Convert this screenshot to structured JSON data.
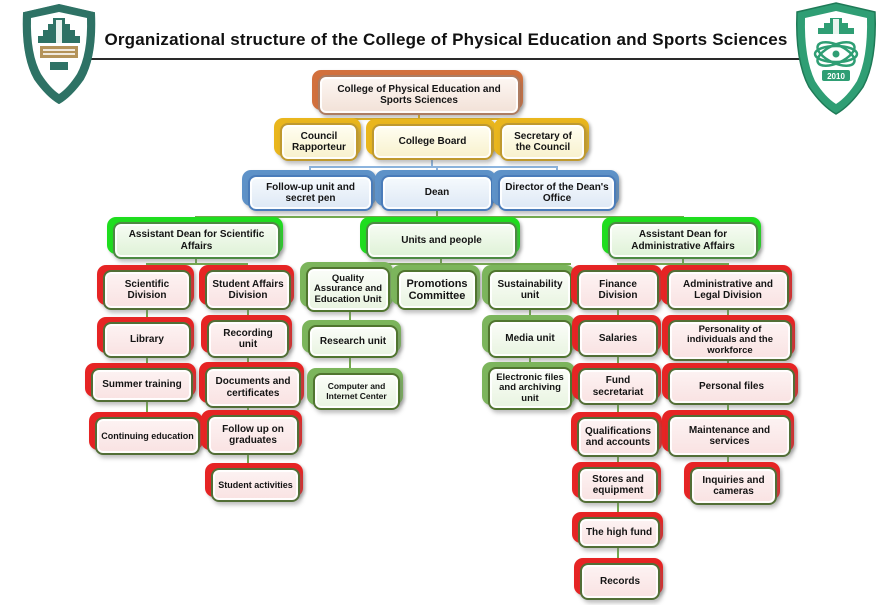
{
  "header": {
    "title": "Organizational structure of the College of Physical Education and Sports Sciences",
    "left_logo": "college-of-physical-education-shield-emblem",
    "right_logo": "al-mustaqbal-university-shield-emblem",
    "right_logo_year": "2010"
  },
  "palette": {
    "schemes": {
      "orange": {
        "slab": "#d2703d",
        "border": "#ad7c61",
        "fill1": "#fdf7f3",
        "fill2": "#f2e1d7"
      },
      "gold": {
        "slab": "#e9b61d",
        "border": "#bf992e",
        "fill1": "#fffef2",
        "fill2": "#f8f1cc"
      },
      "blue": {
        "slab": "#5e92c8",
        "border": "#4a7cba",
        "fill1": "#f6fafd",
        "fill2": "#dde8f5"
      },
      "greenBright": {
        "slab": "#1fdd1f",
        "border": "#4c8a42",
        "fill1": "#f7fcf4",
        "fill2": "#def2d6"
      },
      "green": {
        "slab": "#7cb55c",
        "border": "#50752f",
        "fill1": "#fbfdf9",
        "fill2": "#e8f4e0"
      },
      "red": {
        "slab": "#e62424",
        "border": "#526e36",
        "fill1": "#fdf3f3",
        "fill2": "#f9e2e2"
      }
    },
    "connectors": {
      "gold": "#e8b71e",
      "blue": "#8cb4de",
      "green": "#74ab4e"
    }
  },
  "org": {
    "nodes": [
      {
        "id": "root",
        "label": "College of Physical Education and Sports Sciences",
        "scheme": "orange",
        "parent": null
      },
      {
        "id": "councilRapporteur",
        "label": "Council Rapporteur",
        "scheme": "gold",
        "parent": "root"
      },
      {
        "id": "collegeBoard",
        "label": "College Board",
        "scheme": "gold",
        "parent": "root"
      },
      {
        "id": "secretaryCouncil",
        "label": "Secretary of the Council",
        "scheme": "gold",
        "parent": "root"
      },
      {
        "id": "followupUnit",
        "label": "Follow-up unit and secret pen",
        "scheme": "blue",
        "parent": "collegeBoard"
      },
      {
        "id": "dean",
        "label": "Dean",
        "scheme": "blue",
        "parent": "collegeBoard"
      },
      {
        "id": "directorOffice",
        "label": "Director of the Dean's Office",
        "scheme": "blue",
        "parent": "collegeBoard"
      },
      {
        "id": "asstScientific",
        "label": "Assistant Dean for Scientific Affairs",
        "scheme": "greenBright",
        "parent": "dean"
      },
      {
        "id": "unitsPeople",
        "label": "Units and people",
        "scheme": "greenBright",
        "parent": "dean"
      },
      {
        "id": "asstAdmin",
        "label": "Assistant Dean for Administrative Affairs",
        "scheme": "greenBright",
        "parent": "dean"
      },
      {
        "id": "scientificDivision",
        "label": "Scientific Division",
        "scheme": "red",
        "parent": "asstScientific"
      },
      {
        "id": "studentAffairsDivision",
        "label": "Student Affairs Division",
        "scheme": "red",
        "parent": "asstScientific"
      },
      {
        "id": "qaUnit",
        "label": "Quality Assurance and Education Unit",
        "scheme": "green",
        "parent": "unitsPeople"
      },
      {
        "id": "promotionsCommittee",
        "label": "Promotions Committee",
        "scheme": "green",
        "parent": "unitsPeople"
      },
      {
        "id": "sustainabilityUnit",
        "label": "Sustainability unit",
        "scheme": "green",
        "parent": "unitsPeople"
      },
      {
        "id": "financeDivision",
        "label": "Finance Division",
        "scheme": "red",
        "parent": "asstAdmin"
      },
      {
        "id": "adminLegalDivision",
        "label": "Administrative and Legal Division",
        "scheme": "red",
        "parent": "asstAdmin"
      },
      {
        "id": "library",
        "label": "Library",
        "scheme": "red",
        "parent": "scientificDivision"
      },
      {
        "id": "summerTraining",
        "label": "Summer training",
        "scheme": "red",
        "parent": "library"
      },
      {
        "id": "continuingEducation",
        "label": "Continuing education",
        "scheme": "red",
        "parent": "summerTraining"
      },
      {
        "id": "recordingUnit",
        "label": "Recording unit",
        "scheme": "red",
        "parent": "studentAffairsDivision"
      },
      {
        "id": "documentsCertificates",
        "label": "Documents and certificates",
        "scheme": "red",
        "parent": "recordingUnit"
      },
      {
        "id": "followupGraduates",
        "label": "Follow up on graduates",
        "scheme": "red",
        "parent": "documentsCertificates"
      },
      {
        "id": "studentActivities",
        "label": "Student activities",
        "scheme": "red",
        "parent": "followupGraduates"
      },
      {
        "id": "researchUnit",
        "label": "Research unit",
        "scheme": "green",
        "parent": "qaUnit"
      },
      {
        "id": "computerInternetCenter",
        "label": "Computer and Internet Center",
        "scheme": "green",
        "parent": "researchUnit"
      },
      {
        "id": "mediaUnit",
        "label": "Media unit",
        "scheme": "green",
        "parent": "sustainabilityUnit"
      },
      {
        "id": "electronicFiles",
        "label": "Electronic files and archiving unit",
        "scheme": "green",
        "parent": "mediaUnit"
      },
      {
        "id": "salaries",
        "label": "Salaries",
        "scheme": "red",
        "parent": "financeDivision"
      },
      {
        "id": "fundSecretariat",
        "label": "Fund secretariat",
        "scheme": "red",
        "parent": "salaries"
      },
      {
        "id": "qualificationsAccounts",
        "label": "Qualifications and accounts",
        "scheme": "red",
        "parent": "fundSecretariat"
      },
      {
        "id": "storesEquipment",
        "label": "Stores and equipment",
        "scheme": "red",
        "parent": "qualificationsAccounts"
      },
      {
        "id": "highFund",
        "label": "The high fund",
        "scheme": "red",
        "parent": "storesEquipment"
      },
      {
        "id": "records",
        "label": "Records",
        "scheme": "red",
        "parent": "highFund"
      },
      {
        "id": "personalityWorkforce",
        "label": "Personality of individuals and the workforce",
        "scheme": "red",
        "parent": "adminLegalDivision"
      },
      {
        "id": "personalFiles",
        "label": "Personal files",
        "scheme": "red",
        "parent": "personalityWorkforce"
      },
      {
        "id": "maintenanceServices",
        "label": "Maintenance and services",
        "scheme": "red",
        "parent": "personalFiles"
      },
      {
        "id": "inquiriesCameras",
        "label": "Inquiries and cameras",
        "scheme": "red",
        "parent": "maintenanceServices"
      }
    ]
  }
}
